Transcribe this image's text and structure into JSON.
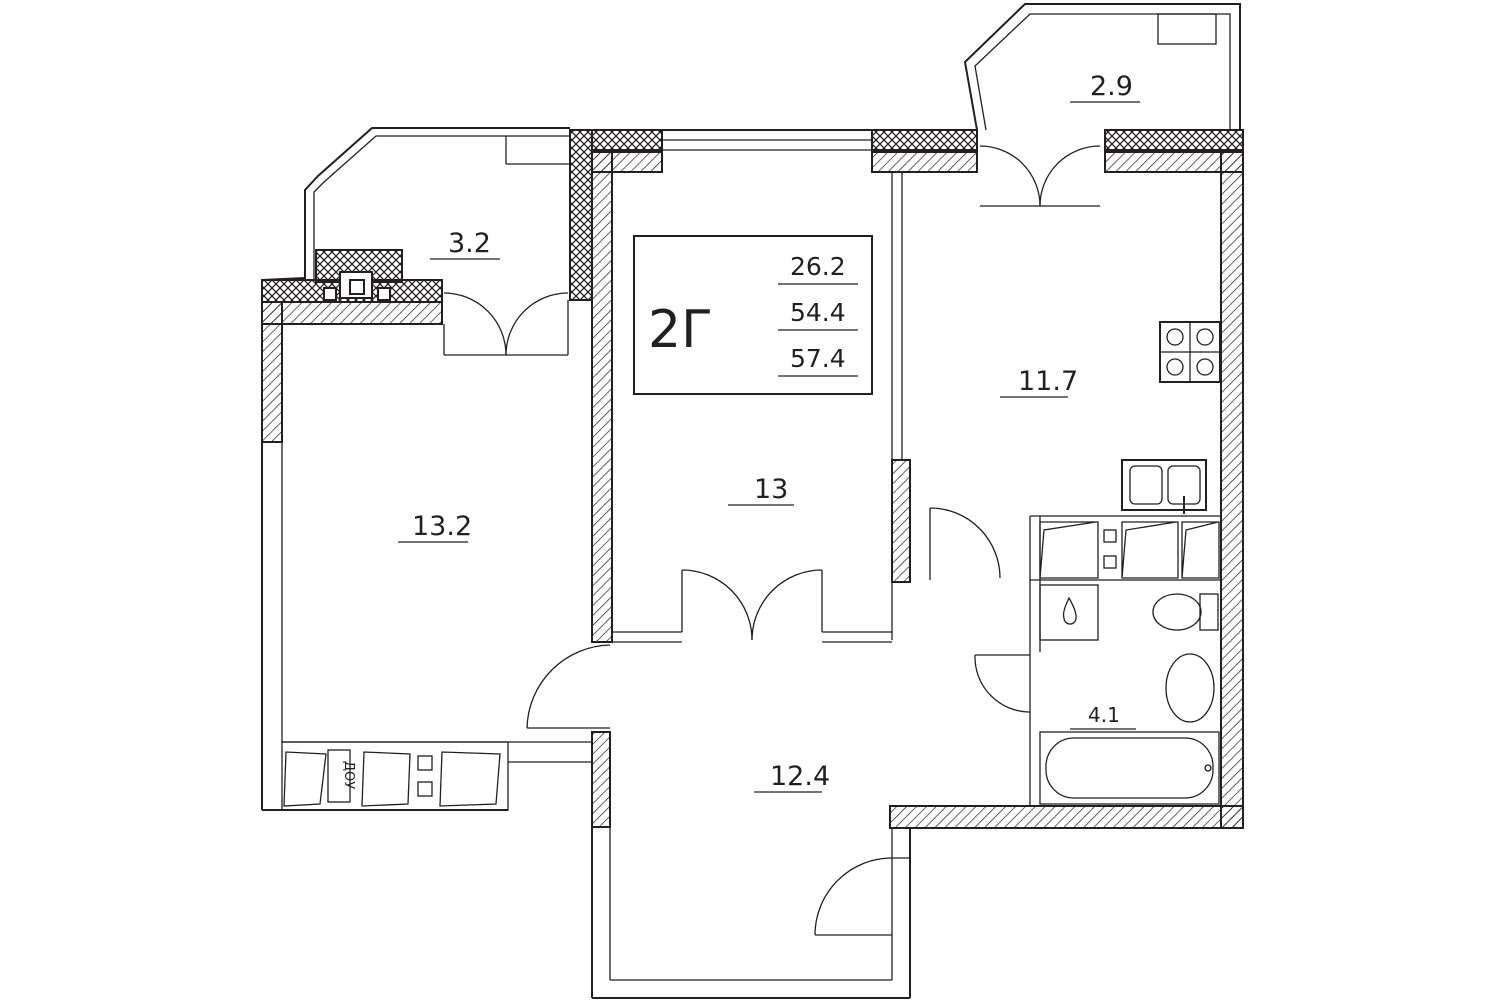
{
  "plan": {
    "unit_code": "2Г",
    "areas": {
      "living": "26.2",
      "total": "54.4",
      "with_balconies": "57.4"
    },
    "rooms": [
      {
        "id": "balcony-left",
        "area": "3.2"
      },
      {
        "id": "balcony-right",
        "area": "2.9"
      },
      {
        "id": "bedroom-left",
        "area": "13.2"
      },
      {
        "id": "room-center",
        "area": "13"
      },
      {
        "id": "kitchen",
        "area": "11.7"
      },
      {
        "id": "hallway",
        "area": "12.4"
      },
      {
        "id": "bathroom",
        "area": "4.1"
      }
    ],
    "wardrobe_label": "ДОУ"
  },
  "colors": {
    "line": "#231f20",
    "background": "#ffffff"
  }
}
